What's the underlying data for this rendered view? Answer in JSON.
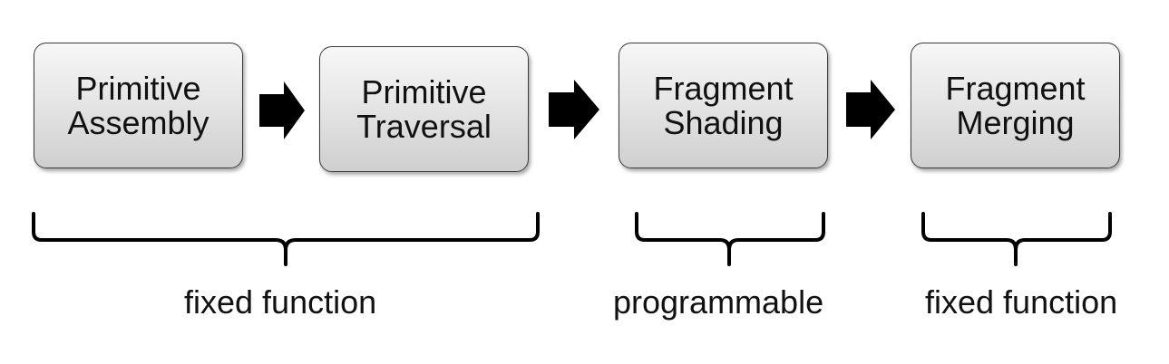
{
  "stages": [
    {
      "label": "Primitive\nAssembly"
    },
    {
      "label": "Primitive\nTraversal"
    },
    {
      "label": "Fragment\nShading"
    },
    {
      "label": "Fragment\nMerging"
    }
  ],
  "groups": [
    {
      "label": "fixed function"
    },
    {
      "label": "programmable"
    },
    {
      "label": "fixed function"
    }
  ],
  "colors": {
    "box_top": "#f7f7f7",
    "box_bottom": "#cfcfcf",
    "box_border": "#3a3a3a",
    "arrow": "#000000",
    "brace": "#000000",
    "text": "#111111"
  }
}
